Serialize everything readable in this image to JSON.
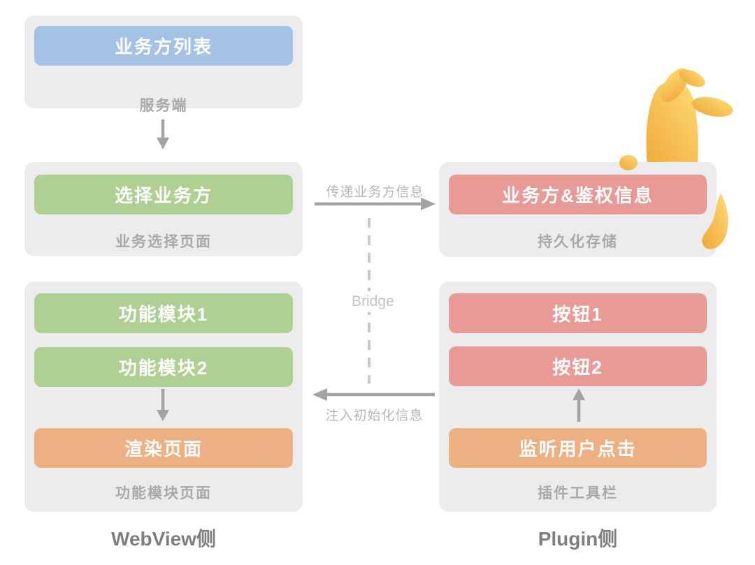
{
  "diagram": {
    "columns": {
      "webview": {
        "title": "WebView侧"
      },
      "plugin": {
        "title": "Plugin侧"
      }
    },
    "panels": {
      "server": {
        "box": "业务方列表",
        "label": "服务端"
      },
      "select": {
        "box": "选择业务方",
        "label": "业务选择页面"
      },
      "modules": {
        "module1": "功能模块1",
        "module2": "功能模块2",
        "render": "渲染页面",
        "label": "功能模块页面"
      },
      "auth": {
        "box": "业务方&鉴权信息",
        "label": "持久化存储"
      },
      "toolbar": {
        "button1": "按钮1",
        "button2": "按钮2",
        "listen": "监听用户点击",
        "label": "插件工具栏"
      }
    },
    "connections": {
      "pass_info": "传递业务方信息",
      "bridge": "Bridge",
      "inject": "注入初始化信息"
    },
    "mascot": "yellow-rabbit",
    "colors": {
      "panel_bg": "#ECECEE",
      "blue_box": "#A3C2E6",
      "green_box": "#AFD093",
      "red_box": "#E89B96",
      "orange_box": "#EDB083",
      "box_text": "#FFFFFF",
      "panel_label": "#A9A9AC",
      "column_title": "#7F7F82",
      "arrow": "#A3A3A6",
      "dashed_line": "#C8C8CB",
      "connection_label": "#B6B6B9",
      "rabbit_light": "#FCD972",
      "rabbit_dark": "#F0A83A"
    }
  }
}
